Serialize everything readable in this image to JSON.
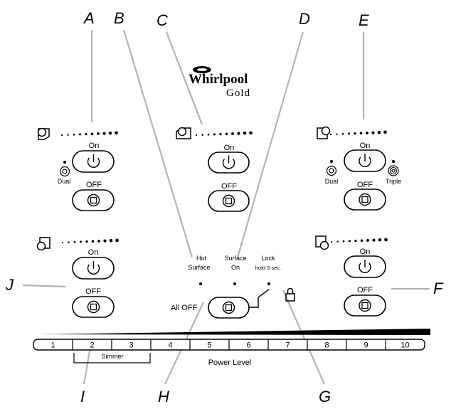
{
  "brand": {
    "name": "Whirlpool",
    "subname": "Gold"
  },
  "callouts": [
    "A",
    "B",
    "C",
    "D",
    "E",
    "F",
    "G",
    "H",
    "I",
    "J"
  ],
  "buttons": {
    "on_label": "On",
    "off_label": "OFF"
  },
  "dual_labels": {
    "left_rear": "Dual",
    "right_rear": "Dual"
  },
  "triple_label": "Triple",
  "center": {
    "hot_surface": [
      "Hot",
      "Surface"
    ],
    "surface_on": [
      "Surface",
      "On"
    ],
    "lock": [
      "Lock",
      "hold 3 sec."
    ],
    "all_off": "All OFF"
  },
  "power_levels": [
    "1",
    "2",
    "3",
    "4",
    "5",
    "6",
    "7",
    "8",
    "9",
    "10"
  ],
  "simmer_label": "Simmer",
  "power_level_label": "Power Level",
  "colors": {
    "line": "#000000",
    "leader": "#b3b3b3",
    "background": "#ffffff"
  },
  "icons": {
    "burner_left_rear": "burner-left-rear-icon",
    "burner_center_rear": "burner-center-rear-icon",
    "burner_right_rear": "burner-right-rear-icon",
    "burner_left_front": "burner-left-front-icon",
    "burner_right_front": "burner-right-front-icon",
    "power": "power-icon",
    "off": "off-square-icon",
    "lock": "padlock-icon",
    "dual": "dual-ring-icon",
    "triple": "triple-ring-icon"
  }
}
